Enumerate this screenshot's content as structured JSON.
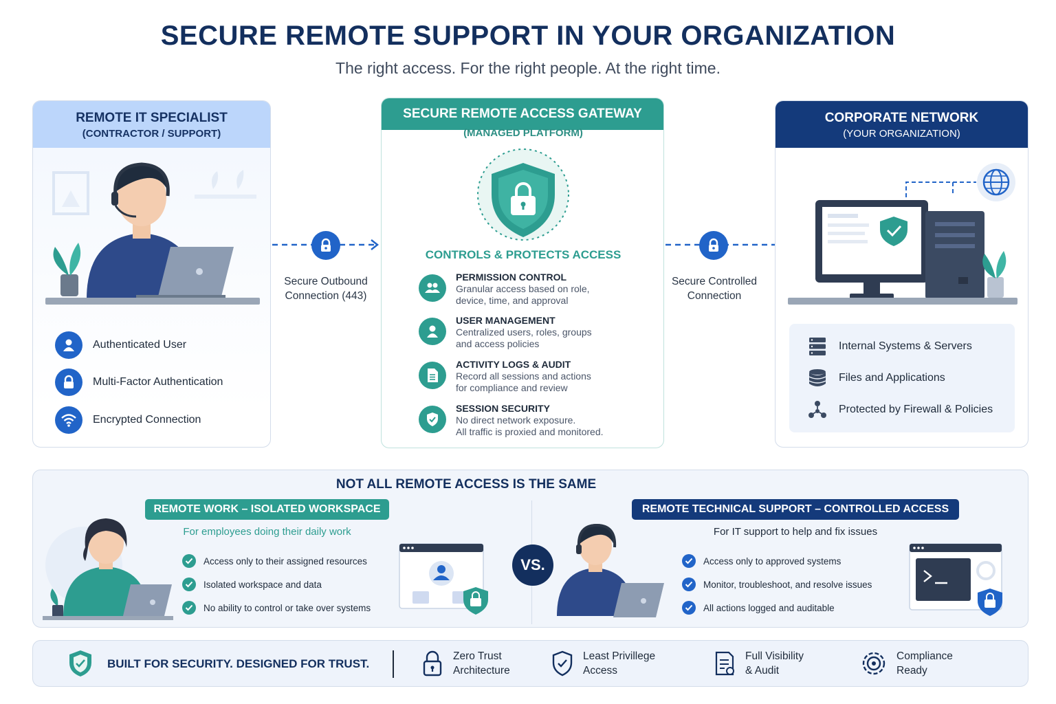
{
  "title": "SECURE REMOTE SUPPORT IN YOUR ORGANIZATION",
  "subtitle": "The right access. For the right people. At the right time.",
  "left": {
    "title": "REMOTE IT SPECIALIST",
    "subtitle": "(CONTRACTOR / SUPPORT)",
    "items": [
      {
        "label": "Authenticated User",
        "icon": "user-icon"
      },
      {
        "label": "Multi-Factor Authentication",
        "icon": "lock-icon"
      },
      {
        "label": "Encrypted Connection",
        "icon": "wifi-icon"
      }
    ]
  },
  "connector_left": {
    "line1": "Secure Outbound",
    "line2": "Connection (443)"
  },
  "middle": {
    "title": "SECURE REMOTE ACCESS GATEWAY",
    "subtitle": "(MANAGED PLATFORM)",
    "controls_title": "CONTROLS & PROTECTS ACCESS",
    "items": [
      {
        "title": "PERMISSION CONTROL",
        "desc1": "Granular access based on role,",
        "desc2": "device, time, and approval",
        "icon": "users-icon"
      },
      {
        "title": "USER MANAGEMENT",
        "desc1": "Centralized users, roles, groups",
        "desc2": "and access policies",
        "icon": "user-icon"
      },
      {
        "title": "ACTIVITY LOGS & AUDIT",
        "desc1": "Record all sessions and actions",
        "desc2": "for compliance and review",
        "icon": "document-icon"
      },
      {
        "title": "SESSION SECURITY",
        "desc1": "No direct network exposure.",
        "desc2": "All traffic is proxied and monitored.",
        "icon": "shield-icon"
      }
    ]
  },
  "connector_right": {
    "line1": "Secure Controlled",
    "line2": "Connection"
  },
  "right": {
    "title": "CORPORATE NETWORK",
    "subtitle": "(YOUR ORGANIZATION)",
    "items": [
      {
        "label": "Internal Systems & Servers",
        "icon": "server-icon"
      },
      {
        "label": "Files and Applications",
        "icon": "database-icon"
      },
      {
        "label": "Protected by Firewall & Policies",
        "icon": "network-icon"
      }
    ]
  },
  "comparison": {
    "title": "NOT ALL REMOTE ACCESS IS THE SAME",
    "vs": "VS.",
    "left": {
      "label": "REMOTE WORK – ISOLATED WORKSPACE",
      "subtitle": "For employees doing their daily work",
      "items": [
        "Access only to their assigned resources",
        "Isolated workspace and data",
        "No ability to control or take over systems"
      ]
    },
    "right": {
      "label": "REMOTE TECHNICAL SUPPORT – CONTROLLED ACCESS",
      "subtitle": "For IT support to help and fix issues",
      "items": [
        "Access only to approved systems",
        "Monitor, troubleshoot, and resolve issues",
        "All actions logged and auditable"
      ]
    }
  },
  "footer": {
    "main": "BUILT FOR SECURITY. DESIGNED FOR TRUST.",
    "items": [
      {
        "line1": "Zero Trust",
        "line2": "Architecture",
        "icon": "lock-icon"
      },
      {
        "line1": "Least Privillege",
        "line2": "Access",
        "icon": "shield-check-icon"
      },
      {
        "line1": "Full Visibility",
        "line2": "& Audit",
        "icon": "checklist-icon"
      },
      {
        "line1": "Compliance",
        "line2": "Ready",
        "icon": "gear-icon"
      }
    ]
  },
  "colors": {
    "navy": "#132f5e",
    "blue": "#2164c8",
    "teal": "#2d9d90",
    "light_blue": "#bcd6fb",
    "dark_blue": "#143a7b"
  }
}
